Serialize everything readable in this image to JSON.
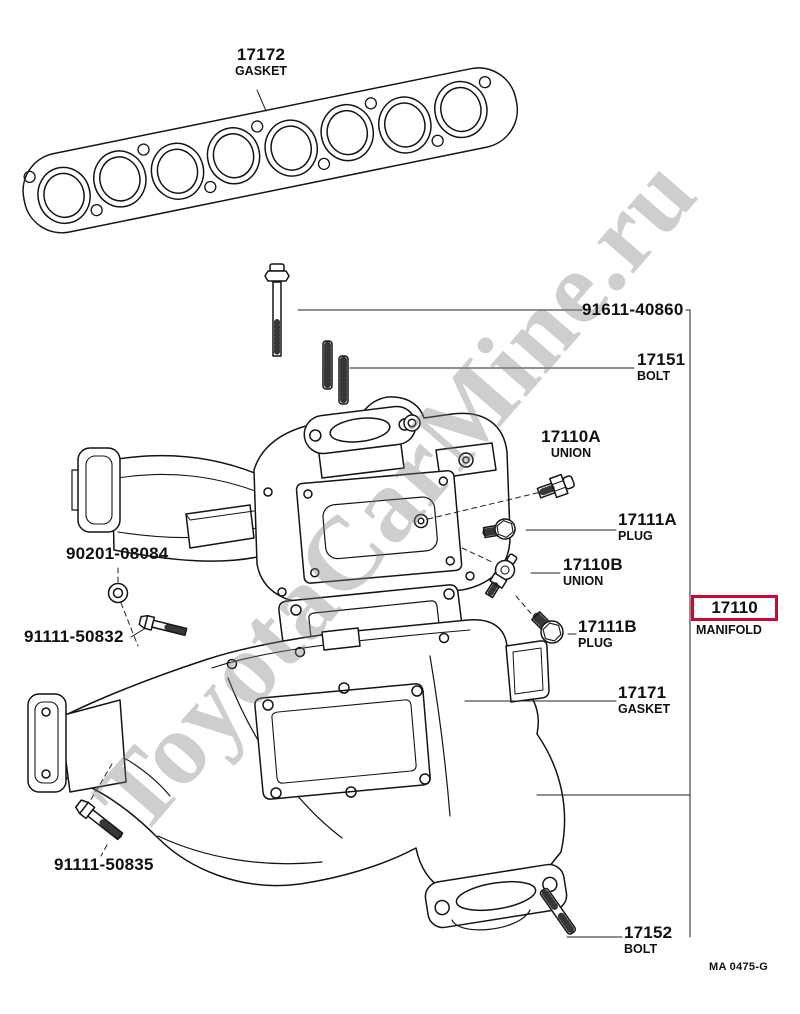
{
  "watermark": {
    "text": "ToyotaCarMine.ru"
  },
  "footer": {
    "doc_code": "MA 0475-G"
  },
  "diagram": {
    "title": "Manifold exploded parts diagram",
    "highlight_color": "#c60c30",
    "line_color": "#141414"
  },
  "callouts": [
    {
      "code": "17172",
      "name": "GASKET"
    },
    {
      "code": "91611-40860",
      "name": ""
    },
    {
      "code": "17151",
      "name": "BOLT"
    },
    {
      "code": "17110A",
      "name": "UNION"
    },
    {
      "code": "17111A",
      "name": "PLUG"
    },
    {
      "code": "17110B",
      "name": "UNION"
    },
    {
      "code": "17110",
      "name": "MANIFOLD",
      "highlighted": true
    },
    {
      "code": "17111B",
      "name": "PLUG"
    },
    {
      "code": "90201-08084",
      "name": ""
    },
    {
      "code": "91111-50832",
      "name": ""
    },
    {
      "code": "17171",
      "name": "GASKET"
    },
    {
      "code": "91111-50835",
      "name": ""
    },
    {
      "code": "17152",
      "name": "BOLT"
    }
  ]
}
